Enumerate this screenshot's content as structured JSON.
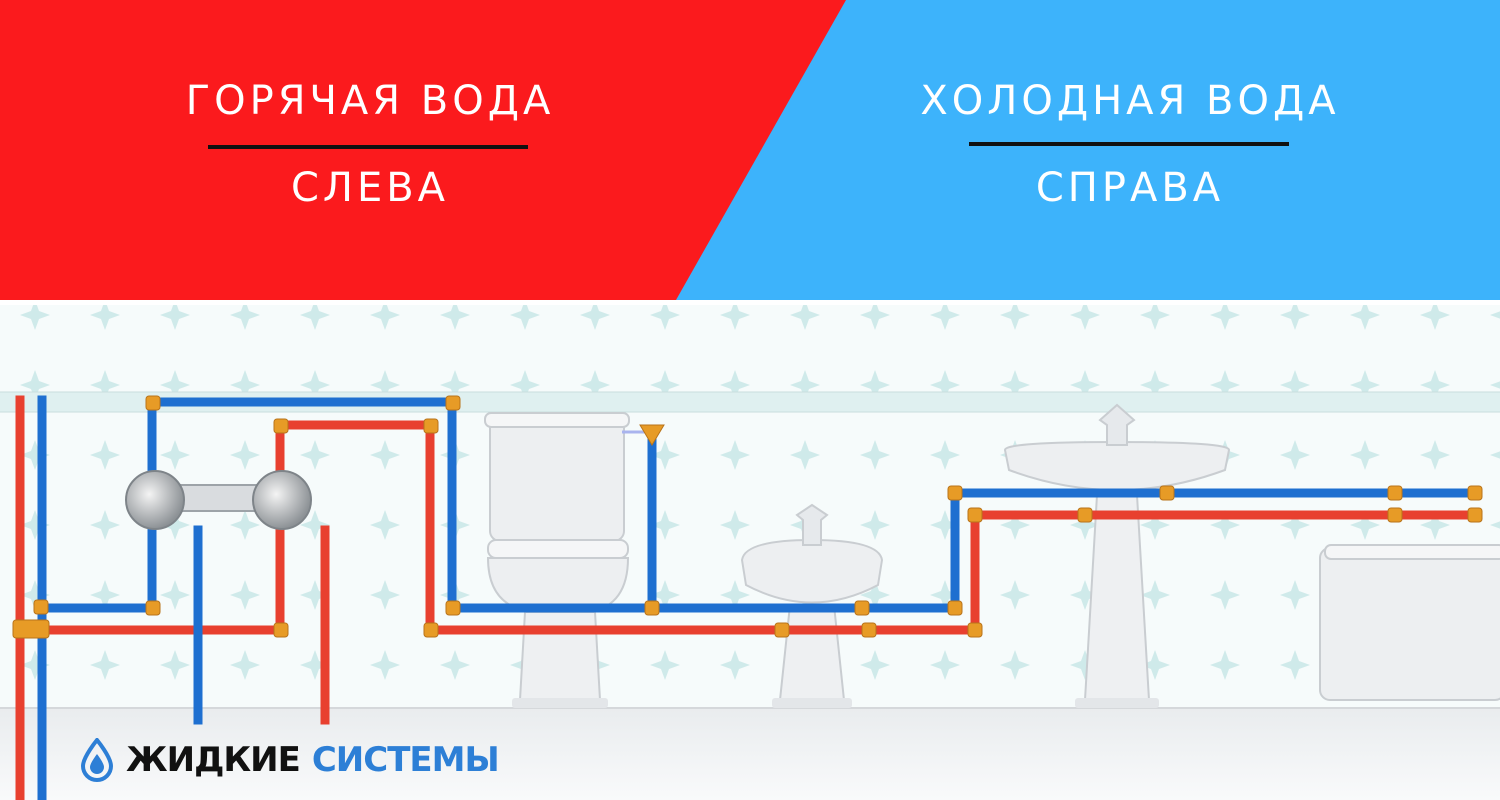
{
  "banner": {
    "hot_title": "ГОРЯЧАЯ ВОДА",
    "hot_subtitle": "СЛЕВА",
    "cold_title": "ХОЛОДНАЯ ВОДА",
    "cold_subtitle": "СПРАВА"
  },
  "logo": {
    "word1": "ЖИДКИЕ",
    "word2": "СИСТЕМЫ",
    "icon": "water-drop-icon"
  },
  "colors": {
    "hot_panel": "#fb1a1d",
    "cold_panel": "#3db3fb",
    "hot_pipe": "#e8402f",
    "cold_pipe": "#1e6fd0",
    "fitting": "#e79b26",
    "logo_blue": "#2d7fd6",
    "fixture": "#eef0f2"
  },
  "fixtures": [
    "toilet",
    "bidet",
    "washbasin",
    "bathtub"
  ]
}
